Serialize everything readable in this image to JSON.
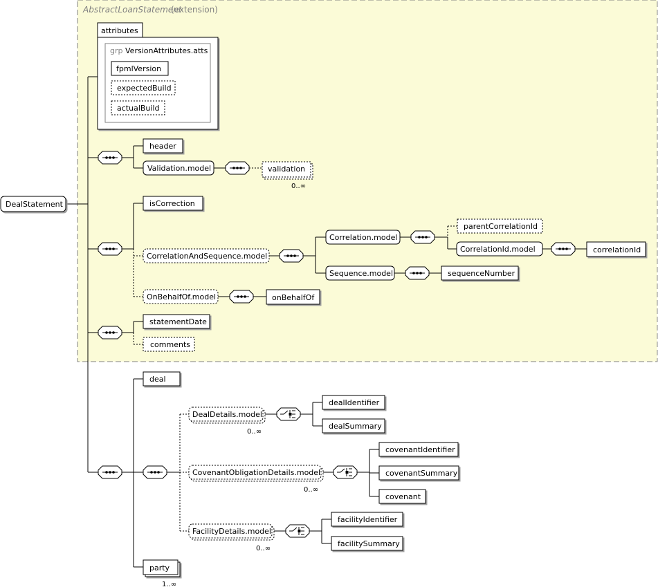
{
  "diagram": {
    "extension": {
      "base_type": "AbstractLoanStatement",
      "suffix": "(extension)"
    },
    "root": "DealStatement",
    "attributes": {
      "tab": "attributes",
      "group_prefix": "grp",
      "group_name": "VersionAttributes.atts",
      "items": [
        "fpmlVersion",
        "expectedBuild",
        "actualBuild"
      ]
    },
    "elements": {
      "header": "header",
      "validation_model": "Validation.model",
      "validation": "validation",
      "isCorrection": "isCorrection",
      "correlation_and_sequence_model": "CorrelationAndSequence.model",
      "correlation_model": "Correlation.model",
      "parentCorrelationId": "parentCorrelationId",
      "correlationId_model": "CorrelationId.model",
      "correlationId": "correlationId",
      "sequence_model": "Sequence.model",
      "sequenceNumber": "sequenceNumber",
      "onBehalfOf_model": "OnBehalfOf.model",
      "onBehalfOf": "onBehalfOf",
      "statementDate": "statementDate",
      "comments": "comments",
      "deal": "deal",
      "dealDetails_model": "DealDetails.model",
      "dealIdentifier": "dealIdentifier",
      "dealSummary": "dealSummary",
      "covenantObligationDetails_model": "CovenantObligationDetails.model",
      "covenantIdentifier": "covenantIdentifier",
      "covenantSummary": "covenantSummary",
      "covenant": "covenant",
      "facilityDetails_model": "FacilityDetails.model",
      "facilityIdentifier": "facilityIdentifier",
      "facilitySummary": "facilitySummary",
      "party": "party"
    },
    "cardinality": {
      "validation": "0..∞",
      "dealDetails": "0..∞",
      "covenantObligation": "0..∞",
      "facilityDetails": "0..∞",
      "party": "1..∞"
    },
    "colors": {
      "extension_fill": "#fbfbd7",
      "extension_border": "#808080",
      "line": "#000000",
      "muted_text": "#808080"
    }
  }
}
